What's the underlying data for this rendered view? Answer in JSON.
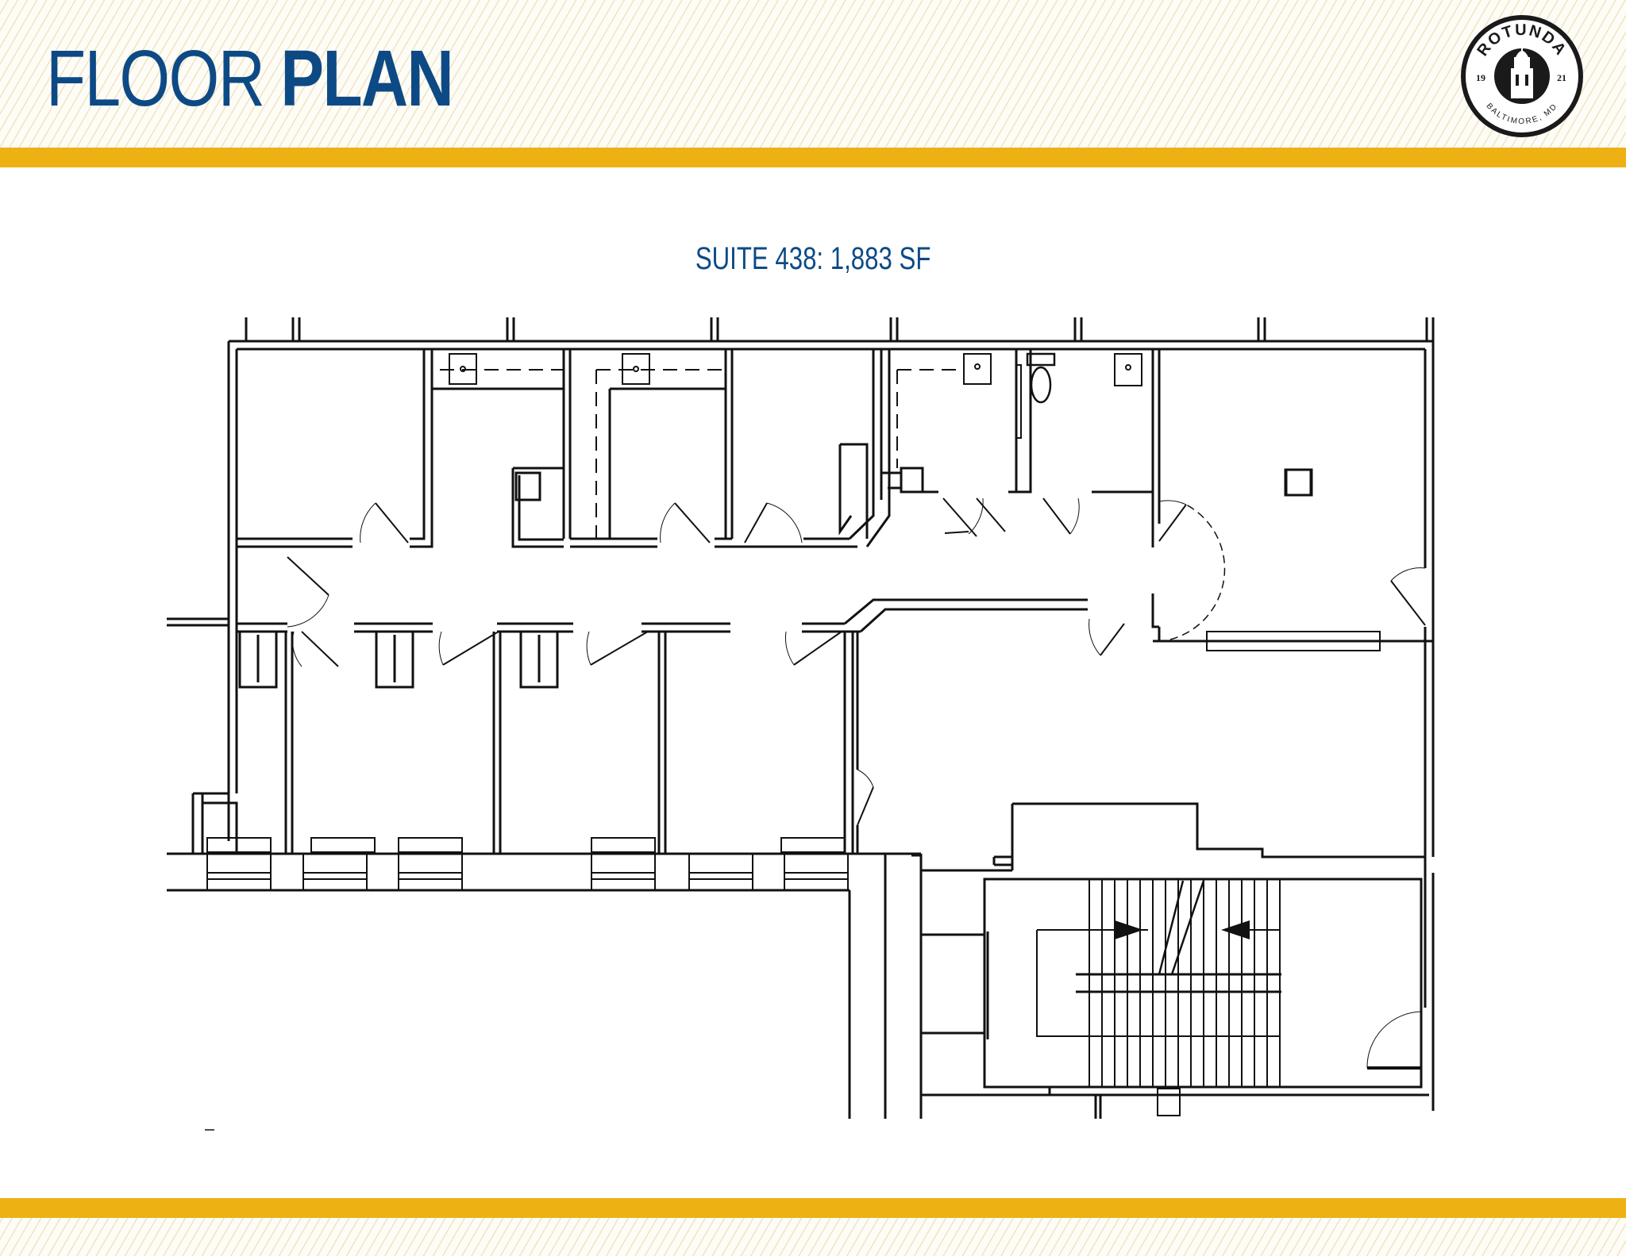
{
  "header": {
    "title_light": "FLOOR",
    "title_bold": "PLAN",
    "title_color": "#0d4a85",
    "accent_bar_color": "#eeb114"
  },
  "logo": {
    "name": "ROTUNDA",
    "year_left": "19",
    "year_right": "21",
    "location": "BALTIMORE, MD",
    "icon": "rotunda-tower-icon"
  },
  "plan": {
    "suite_label": "SUITE 438: 1,883 SF",
    "suite": "438",
    "area_sf": "1,883",
    "elements": [
      "offices",
      "corridor",
      "restrooms",
      "sinks",
      "toilet",
      "stairwell",
      "doors",
      "windows"
    ]
  }
}
